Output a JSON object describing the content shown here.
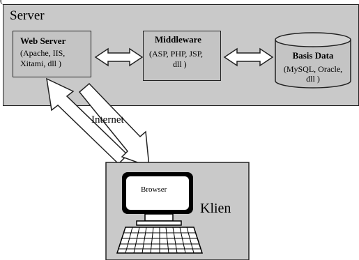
{
  "top_fragment": "(",
  "server": {
    "title": "Server",
    "web_server": {
      "title": "Web Server",
      "line1": "(Apache, IIS,",
      "line2": "Xitami, dll )"
    },
    "middleware": {
      "title": "Middleware",
      "line1": "(ASP, PHP, JSP,",
      "line2": "dll )"
    },
    "database": {
      "title": "Basis Data",
      "line1": "(MySQL, Oracle,",
      "line2": "dll )"
    }
  },
  "internet_label": "Internet",
  "client": {
    "title": "Klien",
    "screen_label": "Browser"
  }
}
